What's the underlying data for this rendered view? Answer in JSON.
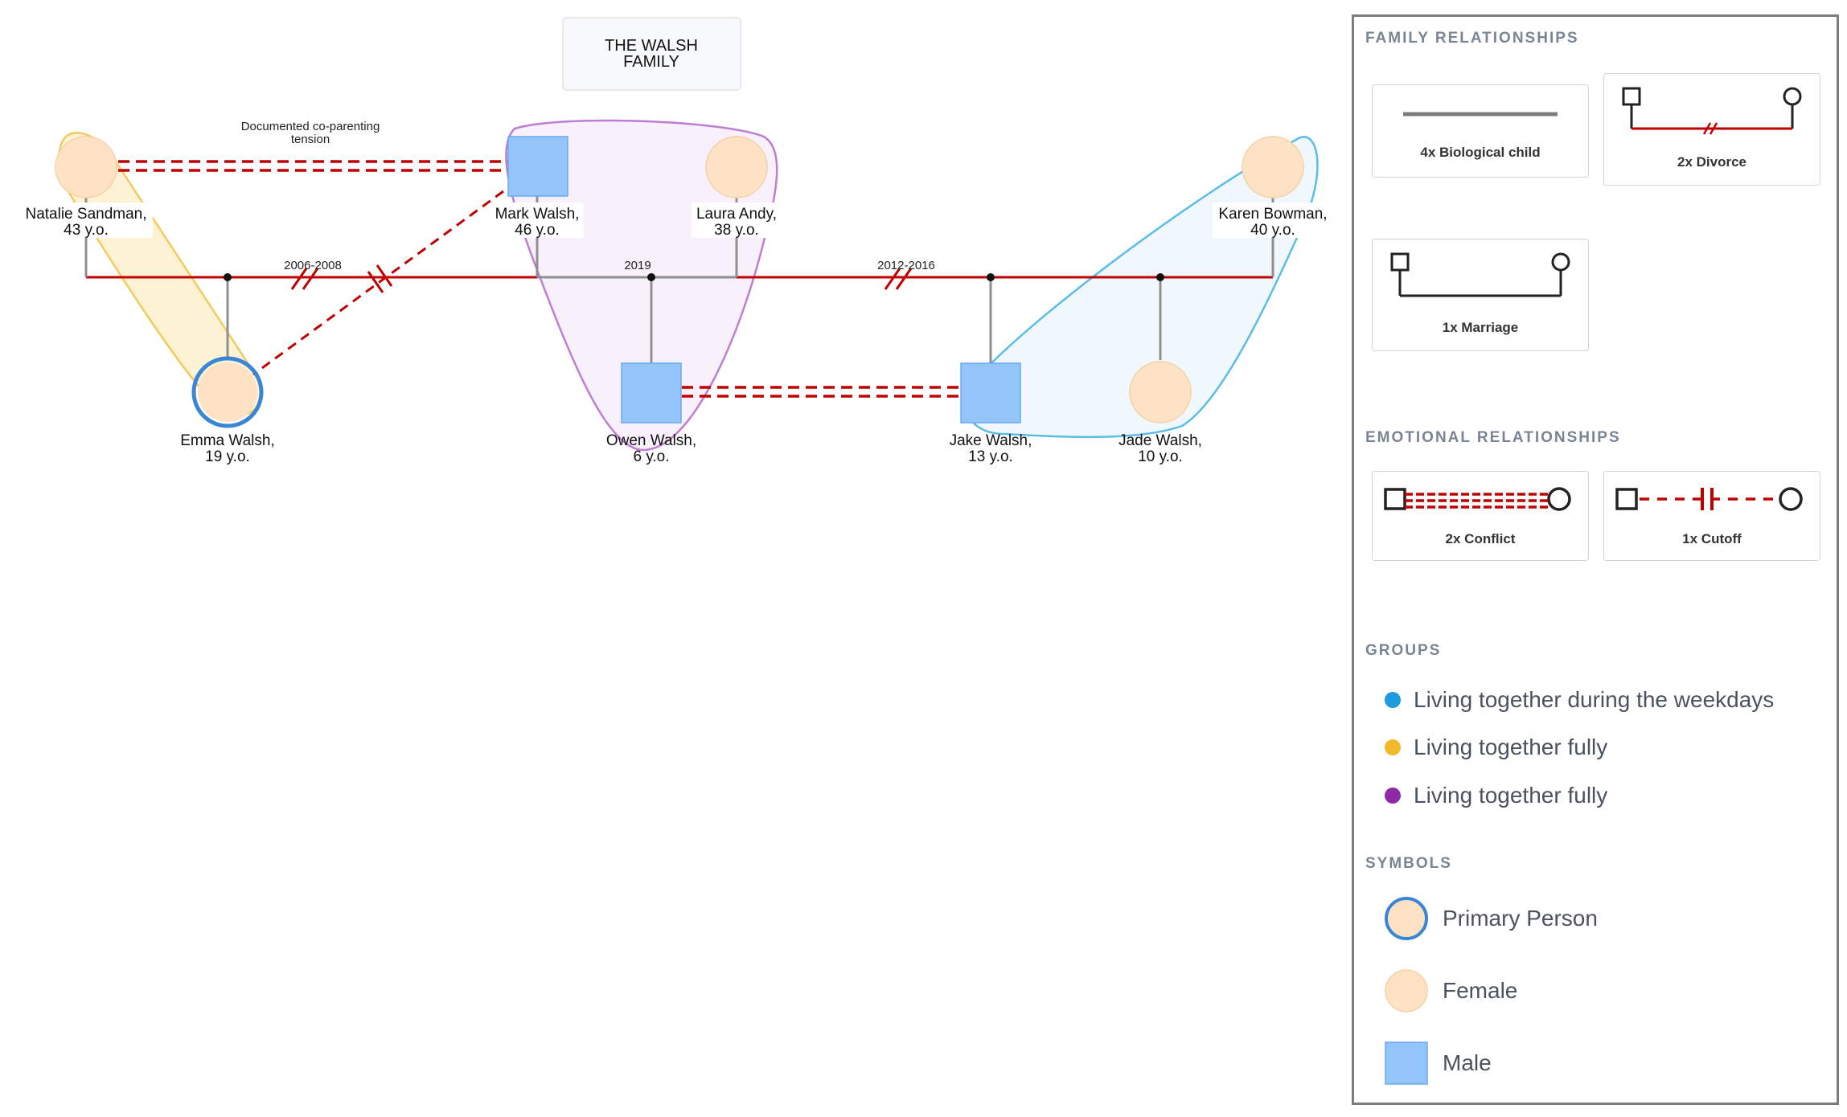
{
  "diagram": {
    "title_line1": "THE WALSH",
    "title_line2": "FAMILY",
    "annotation_line1": "Documented co-parenting",
    "annotation_line2": "tension",
    "people": {
      "natalie": {
        "name": "Natalie Sandman,",
        "age": "43 y.o."
      },
      "mark": {
        "name": "Mark Walsh,",
        "age": "46 y.o."
      },
      "laura": {
        "name": "Laura Andy,",
        "age": "38 y.o."
      },
      "karen": {
        "name": "Karen Bowman,",
        "age": "40 y.o."
      },
      "emma": {
        "name": "Emma Walsh,",
        "age": "19 y.o."
      },
      "owen": {
        "name": "Owen Walsh,",
        "age": "6 y.o."
      },
      "jake": {
        "name": "Jake Walsh,",
        "age": "13 y.o."
      },
      "jade": {
        "name": "Jade Walsh,",
        "age": "10 y.o."
      }
    },
    "dates": {
      "natalie_mark": "2006-2008",
      "mark_laura": "2019",
      "mark_karen": "2012-2016"
    }
  },
  "legend": {
    "family_title": "FAMILY RELATIONSHIPS",
    "family_items": {
      "bio": "4x Biological child",
      "divorce": "2x Divorce",
      "marriage": "1x Marriage"
    },
    "emotional_title": "EMOTIONAL RELATIONSHIPS",
    "emotional_items": {
      "conflict": "2x Conflict",
      "cutoff": "1x Cutoff"
    },
    "groups_title": "GROUPS",
    "groups": [
      {
        "label": "Living together during the weekdays",
        "color": "#1e9be0"
      },
      {
        "label": "Living together fully",
        "color": "#f2b92a"
      },
      {
        "label": "Living together fully",
        "color": "#8e2aa8"
      }
    ],
    "symbols_title": "SYMBOLS",
    "symbols": {
      "primary": "Primary Person",
      "female": "Female",
      "male": "Male"
    }
  },
  "colors": {
    "female_fill": "#fde3c4",
    "male_fill": "#93c5fb",
    "relation_red": "#c00000",
    "primary_ring": "#3a86d6"
  }
}
